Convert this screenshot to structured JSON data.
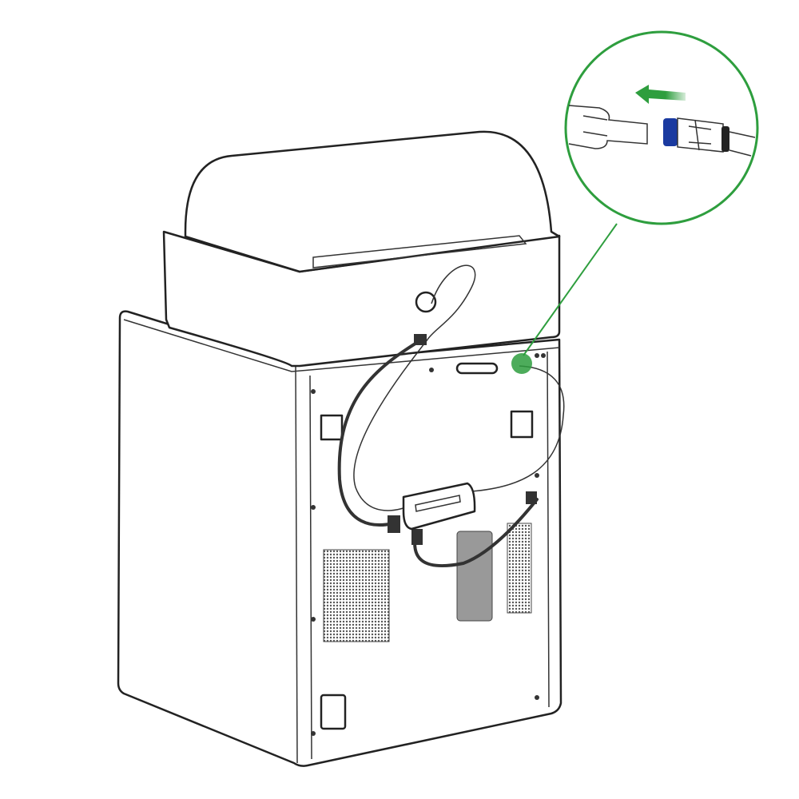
{
  "illustration": {
    "colors": {
      "highlight": "#2e9e3e",
      "connector_ring": "#1a3aa0",
      "outline": "#222222",
      "panel_grey": "#999999"
    },
    "icons": [
      "printer-unit",
      "cabinet",
      "cable",
      "connector-highlight",
      "magnified-inset",
      "pull-direction-arrow"
    ]
  }
}
